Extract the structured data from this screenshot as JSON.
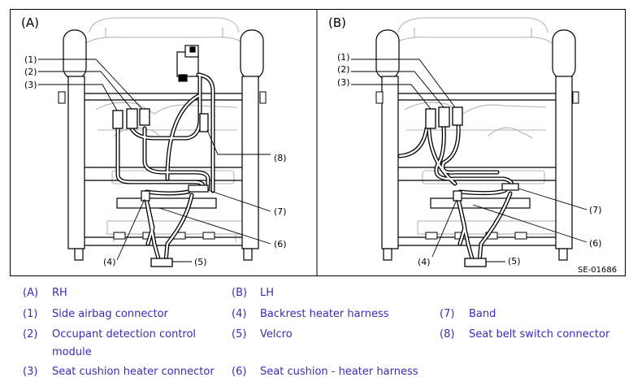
{
  "panels": {
    "a_label": "(A)",
    "b_label": "(B)",
    "figure_id": "SE-01686"
  },
  "callouts": {
    "a": [
      "(1)",
      "(2)",
      "(3)",
      "(4)",
      "(5)",
      "(6)",
      "(7)",
      "(8)"
    ],
    "b": [
      "(1)",
      "(2)",
      "(3)",
      "(4)",
      "(5)",
      "(6)",
      "(7)"
    ]
  },
  "legend": {
    "color": "#3d2bb5",
    "items": [
      {
        "num": "(A)",
        "text": "RH"
      },
      {
        "num": "(B)",
        "text": "LH"
      },
      {
        "num": "(1)",
        "text": "Side airbag connector"
      },
      {
        "num": "(4)",
        "text": "Backrest heater harness"
      },
      {
        "num": "(7)",
        "text": "Band"
      },
      {
        "num": "(2)",
        "text": "Occupant detection control module"
      },
      {
        "num": "(5)",
        "text": "Velcro"
      },
      {
        "num": "(8)",
        "text": "Seat belt switch connector"
      },
      {
        "num": "(3)",
        "text": "Seat cushion heater connector"
      },
      {
        "num": "(6)",
        "text": "Seat cushion - heater harness"
      }
    ]
  }
}
